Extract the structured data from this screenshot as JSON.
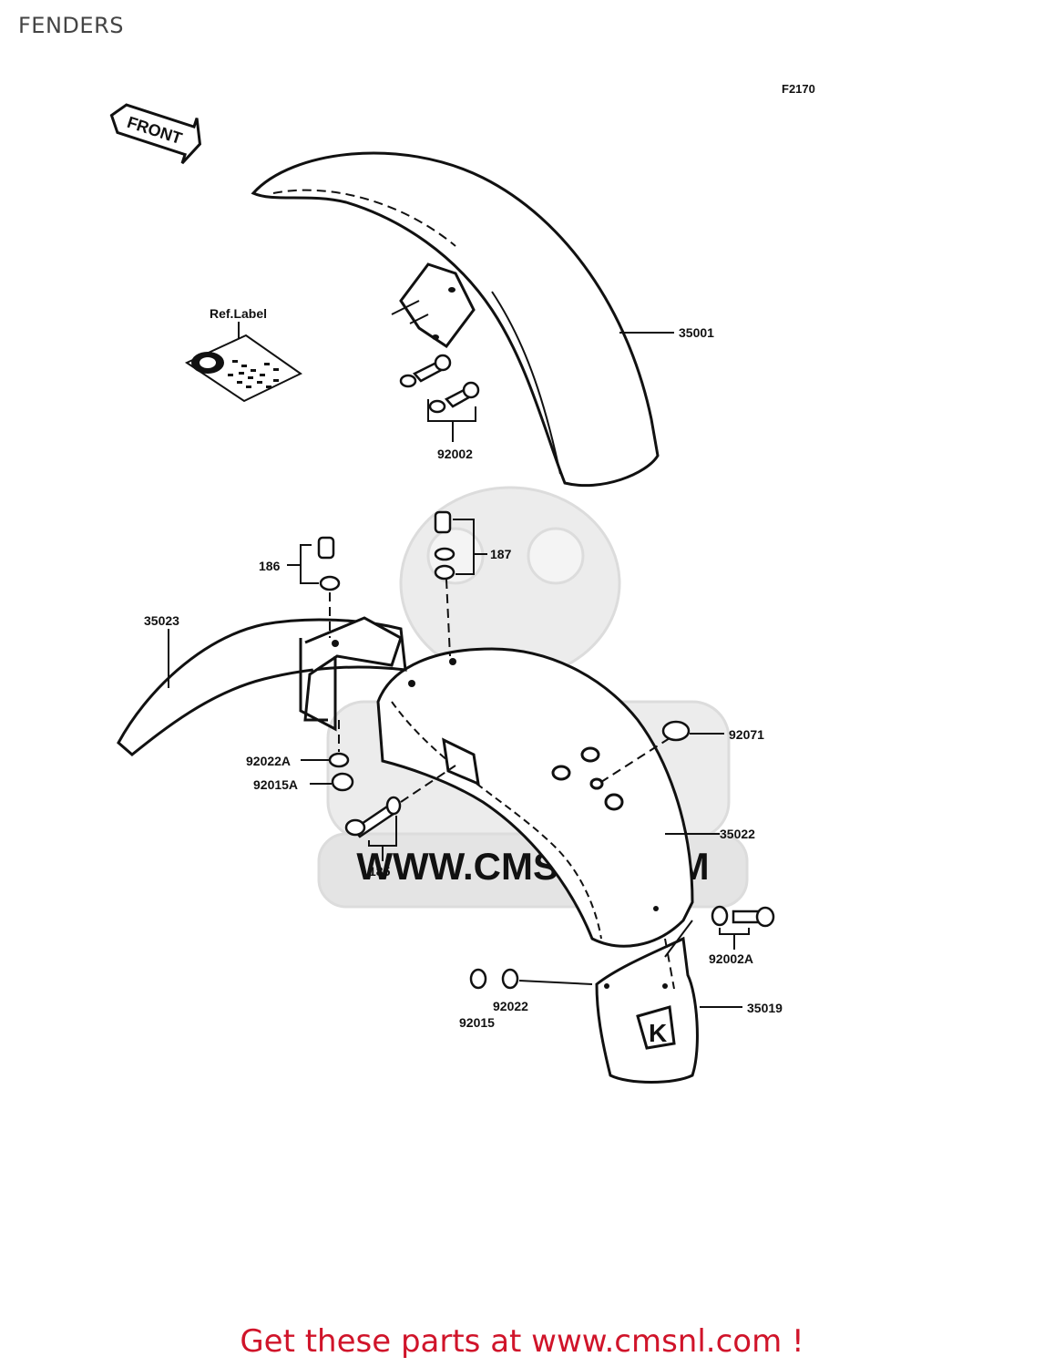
{
  "page": {
    "title": "FENDERS",
    "figure_code": "F2170",
    "front_label": "FRONT",
    "ref_label": "Ref.Label",
    "footer": "Get these parts at www.cmsnl.com !",
    "watermark_text": "WWW.CMSNL.COM"
  },
  "parts": [
    {
      "id": "35001",
      "label": "35001"
    },
    {
      "id": "92002",
      "label": "92002"
    },
    {
      "id": "186",
      "label": "186"
    },
    {
      "id": "187",
      "label": "187"
    },
    {
      "id": "35023",
      "label": "35023"
    },
    {
      "id": "92071",
      "label": "92071"
    },
    {
      "id": "92022A",
      "label": "92022A"
    },
    {
      "id": "92015A",
      "label": "92015A"
    },
    {
      "id": "35022",
      "label": "35022"
    },
    {
      "id": "185",
      "label": "185"
    },
    {
      "id": "92002A",
      "label": "92002A"
    },
    {
      "id": "92022",
      "label": "92022"
    },
    {
      "id": "35019",
      "label": "35019"
    },
    {
      "id": "92015",
      "label": "92015"
    }
  ],
  "colors": {
    "line": "#111111",
    "footer": "#d0142a",
    "watermark": "#e4e4e4"
  }
}
